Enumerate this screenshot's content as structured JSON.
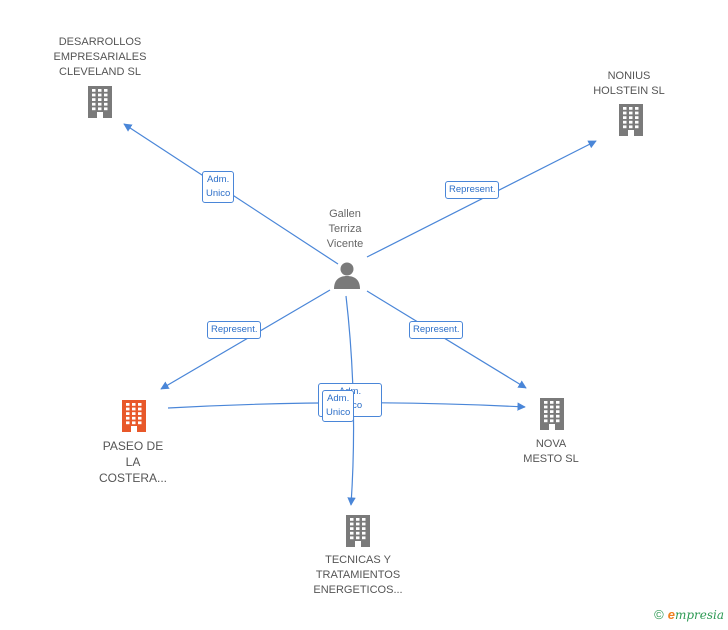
{
  "colors": {
    "edge": "#4a86d8",
    "company_icon": "#7a7a7a",
    "highlight_company_icon": "#e8582a",
    "person_icon": "#7a7a7a",
    "label_text": "#555555",
    "edge_label_text": "#2d6fc8"
  },
  "center": {
    "name_lines": [
      "Gallen",
      "Terriza",
      "Vicente"
    ],
    "icon": "person-icon"
  },
  "companies": [
    {
      "id": "desarrollos",
      "lines": [
        "DESARROLLOS",
        "EMPRESARIALES",
        "CLEVELAND SL"
      ],
      "icon": "building-icon"
    },
    {
      "id": "nonius",
      "lines": [
        "NONIUS",
        "HOLSTEIN SL"
      ],
      "icon": "building-icon"
    },
    {
      "id": "paseo",
      "lines": [
        "PASEO DE",
        "LA",
        "COSTERA..."
      ],
      "icon": "building-icon",
      "highlight": true
    },
    {
      "id": "nova",
      "lines": [
        "NOVA",
        "MESTO SL"
      ],
      "icon": "building-icon"
    },
    {
      "id": "tecnicas",
      "lines": [
        "TECNICAS Y",
        "TRATAMIENTOS",
        "ENERGETICOS..."
      ],
      "icon": "building-icon"
    }
  ],
  "edges": [
    {
      "from": "center",
      "to": "desarrollos",
      "label_lines": [
        "Adm.",
        "Unico"
      ]
    },
    {
      "from": "center",
      "to": "nonius",
      "label_lines": [
        "Represent."
      ]
    },
    {
      "from": "center",
      "to": "paseo",
      "label_lines": [
        "Represent."
      ]
    },
    {
      "from": "center",
      "to": "nova",
      "label_lines": [
        "Represent."
      ]
    },
    {
      "from": "center",
      "to": "tecnicas",
      "label_lines": [
        "Adm.",
        "Unico"
      ]
    },
    {
      "from": "paseo",
      "to": "nova",
      "label_lines": [
        "Adm.",
        "Unico"
      ]
    }
  ],
  "footer": {
    "copyright": "©",
    "brand_first": "e",
    "brand_rest": "mpresia"
  }
}
